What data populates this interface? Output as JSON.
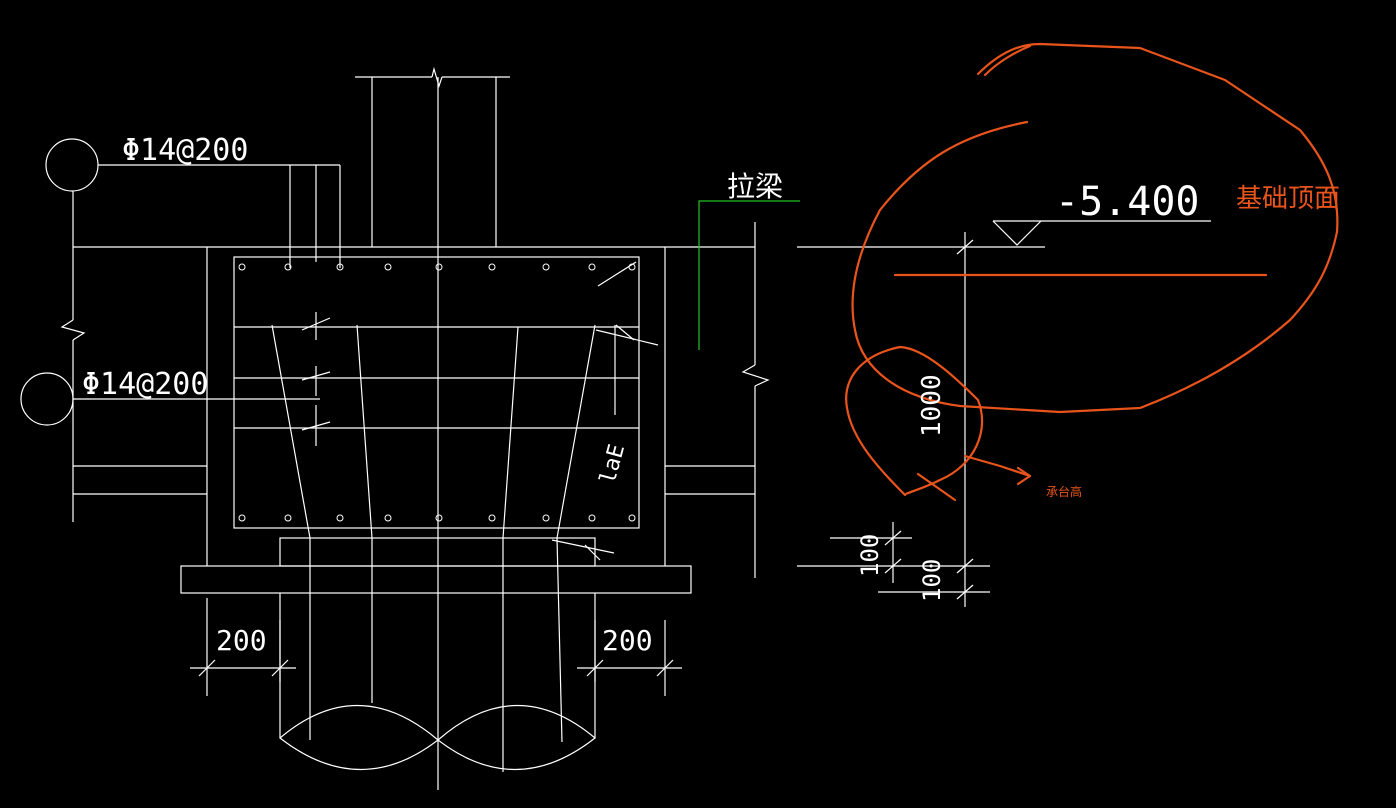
{
  "labels": {
    "rebar_top": "Φ14@200",
    "rebar_mid": "Φ14@200",
    "tie_beam": "拉梁",
    "elevation": "-5.400",
    "foundation_top_note": "基础顶面",
    "cap_height_note": "承台高",
    "anchorage": "laE",
    "dim_height": "1000",
    "dim_100_a": "100",
    "dim_100_b": "100",
    "dim_left": "200",
    "dim_right": "200"
  },
  "colors": {
    "background": "#000000",
    "linework": "#ffffff",
    "tie_beam_leader": "#22c422",
    "markup": "#e8541c"
  }
}
